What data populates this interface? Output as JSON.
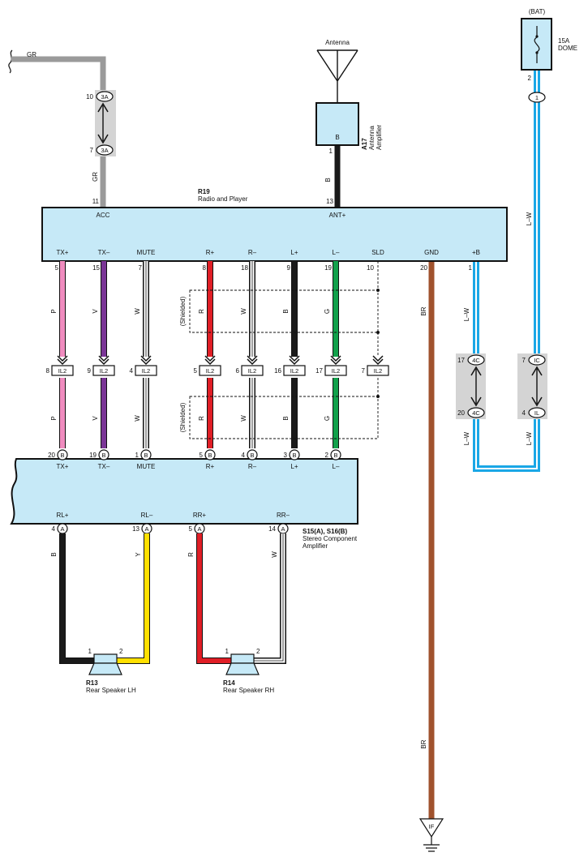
{
  "colors": {
    "GR": "#9a9a9a",
    "B": "#1a1a1a",
    "P": "#f08cbf",
    "V": "#7a3596",
    "W": "#ffffff",
    "R": "#e01e26",
    "G": "#12a14b",
    "BR": "#a0522d",
    "LW": "#1aa7e6",
    "Y": "#ffe000",
    "box": "#c6e9f7",
    "gray": "#d4d4d4"
  },
  "battery": {
    "label": "(BAT)",
    "fuse_rating": "15A",
    "fuse_name": "DOME",
    "pin": "2"
  },
  "antenna": {
    "title": "Antenna",
    "amp": {
      "code": "A17",
      "name1": "Antenna",
      "name2": "Amplifier",
      "pin_label": "B",
      "pin_num": "1",
      "wire": "B"
    }
  },
  "gr_wire": {
    "color_label": "GR",
    "jc_top_pin": "10",
    "jc_top": "3A",
    "jc_bottom_pin": "7",
    "jc_bottom": "3A",
    "wire_label": "GR"
  },
  "radio": {
    "code": "R19",
    "name": "Radio and Player",
    "top_pins": [
      {
        "label": "ACC",
        "num": "11"
      },
      {
        "label": "ANT+",
        "num": "13"
      }
    ],
    "bottom_pins": [
      {
        "label": "TX+",
        "num": "5",
        "wire": "P"
      },
      {
        "label": "TX–",
        "num": "15",
        "wire": "V"
      },
      {
        "label": "MUTE",
        "num": "7",
        "wire": "W"
      },
      {
        "label": "R+",
        "num": "8",
        "wire": "R"
      },
      {
        "label": "R–",
        "num": "18",
        "wire": "W"
      },
      {
        "label": "L+",
        "num": "9",
        "wire": "B"
      },
      {
        "label": "L–",
        "num": "19",
        "wire": "G"
      },
      {
        "label": "SLD",
        "num": "10",
        "wire": ""
      },
      {
        "label": "GND",
        "num": "20",
        "wire": "BR"
      },
      {
        "label": "+B",
        "num": "1",
        "wire": "L–W"
      }
    ]
  },
  "il2": [
    {
      "num": "8",
      "label": "IL2",
      "wire": "P"
    },
    {
      "num": "9",
      "label": "IL2",
      "wire": "V"
    },
    {
      "num": "4",
      "label": "IL2",
      "wire": "W"
    },
    {
      "num": "5",
      "label": "IL2",
      "wire": "R"
    },
    {
      "num": "6",
      "label": "IL2",
      "wire": "W"
    },
    {
      "num": "16",
      "label": "IL2",
      "wire": "B"
    },
    {
      "num": "17",
      "label": "IL2",
      "wire": "G"
    },
    {
      "num": "7",
      "label": "IL2",
      "wire": ""
    }
  ],
  "shielded": "(Shielded)",
  "junctions": {
    "c4": {
      "top_pin": "17",
      "top": "4C",
      "bottom_pin": "20",
      "bottom": "4C",
      "wire_top": "L–W",
      "wire_bottom": "L–W"
    },
    "ic": {
      "top_pin": "7",
      "top": "IC",
      "bottom_pin": "4",
      "bottom": "IL",
      "wire_top": "L–W",
      "wire_bottom": "L–W"
    },
    "bat_conn": "1"
  },
  "amp": {
    "code": "S15(A), S16(B)",
    "name1": "Stereo Component",
    "name2": "Amplifier",
    "top_pins": [
      {
        "label": "TX+",
        "num": "20",
        "conn": "B"
      },
      {
        "label": "TX–",
        "num": "19",
        "conn": "B"
      },
      {
        "label": "MUTE",
        "num": "1",
        "conn": "B"
      },
      {
        "label": "R+",
        "num": "5",
        "conn": "B"
      },
      {
        "label": "R–",
        "num": "4",
        "conn": "B"
      },
      {
        "label": "L+",
        "num": "3",
        "conn": "B"
      },
      {
        "label": "L–",
        "num": "2",
        "conn": "B"
      }
    ],
    "bottom_pins": [
      {
        "label": "RL+",
        "num": "4",
        "conn": "A",
        "wire": "B"
      },
      {
        "label": "RL–",
        "num": "13",
        "conn": "A",
        "wire": "Y"
      },
      {
        "label": "RR+",
        "num": "5",
        "conn": "A",
        "wire": "R"
      },
      {
        "label": "RR–",
        "num": "14",
        "conn": "A",
        "wire": "W"
      }
    ]
  },
  "speakers": [
    {
      "code": "R13",
      "name": "Rear Speaker LH",
      "pin1": "1",
      "pin2": "2"
    },
    {
      "code": "R14",
      "name": "Rear Speaker RH",
      "pin1": "1",
      "pin2": "2"
    }
  ],
  "ground": {
    "wire": "BR",
    "wire2": "BR",
    "label": "IF"
  }
}
